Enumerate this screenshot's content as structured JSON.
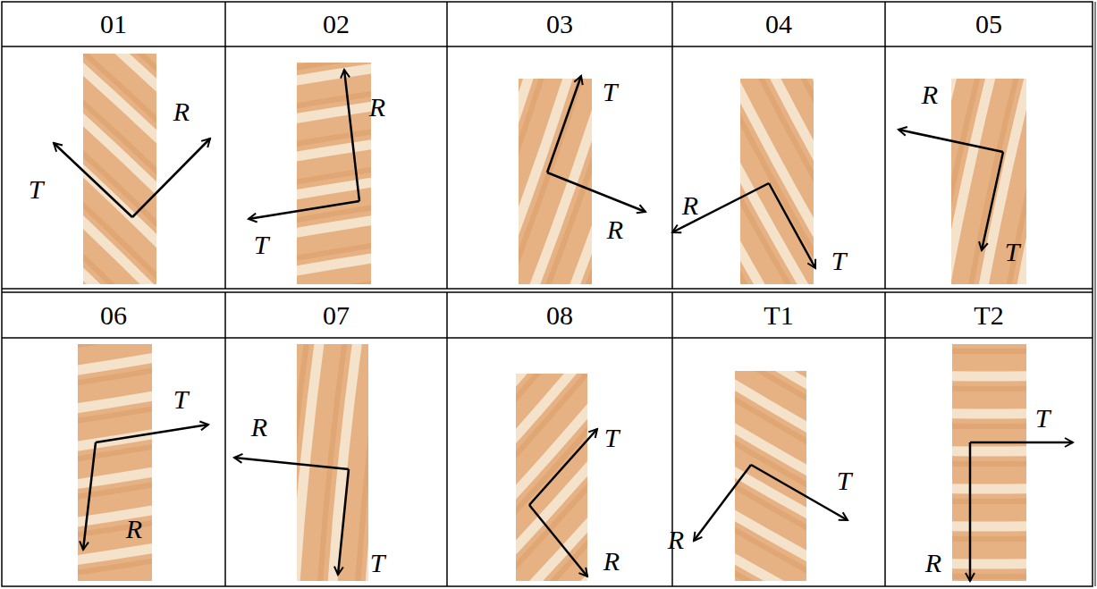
{
  "diagram": {
    "labels": [
      "01",
      "02",
      "03",
      "04",
      "05",
      "T",
      "R",
      "R",
      "T",
      "T",
      "R",
      "R",
      "T",
      "R",
      "T",
      "06",
      "07",
      "08",
      "T1",
      "T2",
      "T",
      "R",
      "R",
      "T",
      "T",
      "R",
      "T",
      "R",
      "T",
      "R"
    ]
  }
}
